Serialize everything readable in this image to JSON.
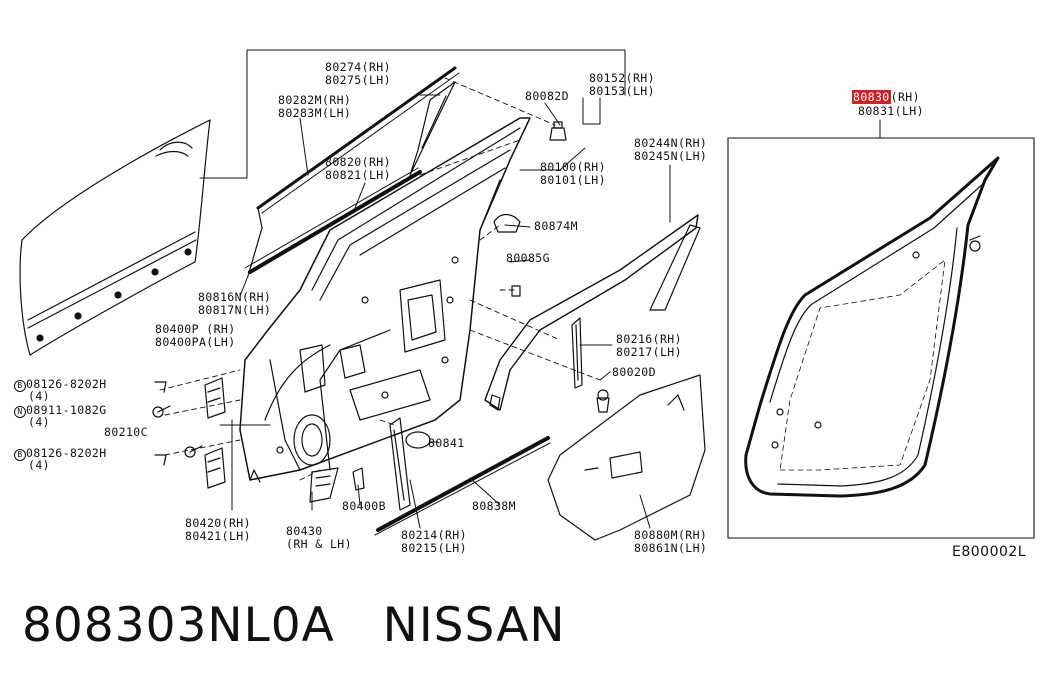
{
  "callouts": {
    "p80274": "80274(RH)",
    "p80275": "80275(LH)",
    "p80282m": "80282M(RH)",
    "p80283m": "80283M(LH)",
    "p80820": "80820(RH)",
    "p80821": "80821(LH)",
    "p80082d": "80082D",
    "p80152": "80152(RH)",
    "p80153": "80153(LH)",
    "p80100": "80100(RH)",
    "p80101": "80101(LH)",
    "p80874m": "80874M",
    "p80085g": "80085G",
    "p80244n": "80244N(RH)",
    "p80245n": "80245N(LH)",
    "p80816n": "80816N(RH)",
    "p80817n": "80817N(LH)",
    "p80400p": "80400P (RH)",
    "p80400pa": "80400PA(LH)",
    "p08126a": "08126-8202H",
    "p08126a_qty": "(4)",
    "p08911": "08911-1082G",
    "p08911_qty": "(4)",
    "p80210c": "80210C",
    "p08126b": "08126-8202H",
    "p08126b_qty": "(4)",
    "p80216": "80216(RH)",
    "p80217": "80217(LH)",
    "p80020d": "80020D",
    "p80841": "80841",
    "p80838m": "80838M",
    "p80420": "80420(RH)",
    "p80421": "80421(LH)",
    "p80430": "80430",
    "p80430_side": "(RH & LH)",
    "p80400b": "80400B",
    "p80214": "80214(RH)",
    "p80215": "80215(LH)",
    "p80880m": "80880M(RH)",
    "p80861n": "80861N(LH)",
    "p80830_num": "80830",
    "p80830_side": "(RH)",
    "p80831": "80831(LH)"
  },
  "prefix_symbols": {
    "bolt": "B",
    "nut": "N"
  },
  "highlight_color": "#d32020",
  "doc_id": "E800002L",
  "footer": {
    "part_number": "808303NL0A",
    "brand": "NISSAN"
  }
}
